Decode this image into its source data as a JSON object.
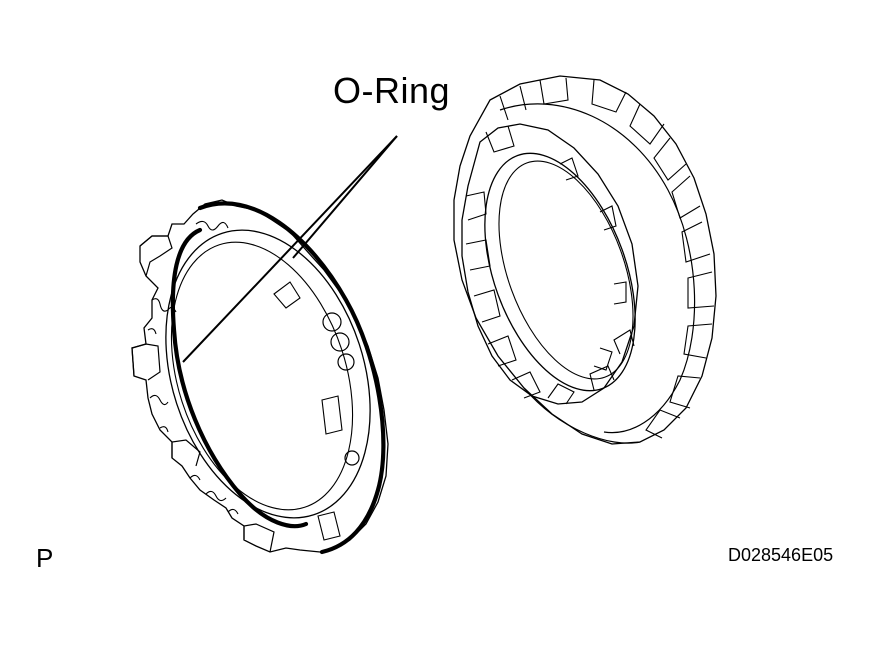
{
  "callout": {
    "label": "O-Ring"
  },
  "view_marker": "P",
  "figure_code": "D028546E05",
  "colors": {
    "line": "#000000",
    "background": "#ffffff"
  },
  "parts": [
    "piston-with-o-rings",
    "splined-drum"
  ]
}
